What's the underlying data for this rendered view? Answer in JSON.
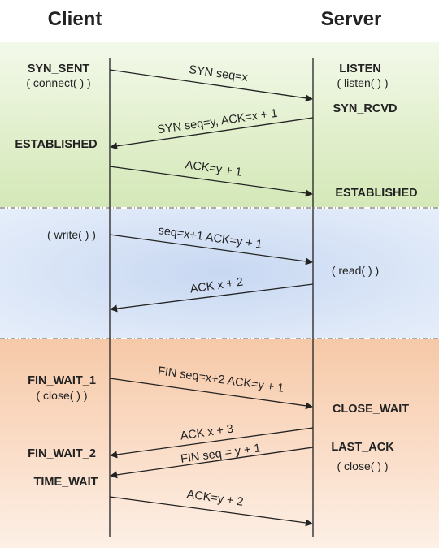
{
  "headers": {
    "client": "Client",
    "server": "Server"
  },
  "client_labels": {
    "syn_sent": "SYN_SENT",
    "connect": "( connect( ) )",
    "established": "ESTABLISHED",
    "write": "( write( ) )",
    "fin_wait_1": "FIN_WAIT_1",
    "close": "( close( ) )",
    "fin_wait_2": "FIN_WAIT_2",
    "time_wait": "TIME_WAIT"
  },
  "server_labels": {
    "listen": "LISTEN",
    "listen_call": "( listen( ) )",
    "syn_rcvd": "SYN_RCVD",
    "established": "ESTABLISHED",
    "read": "( read( ) )",
    "close_wait": "CLOSE_WAIT",
    "last_ack": "LAST_ACK",
    "close": "( close( ) )"
  },
  "messages": {
    "syn": "SYN seq=x",
    "syn_ack": "SYN seq=y, ACK=x + 1",
    "ack1": "ACK=y + 1",
    "data": "seq=x+1 ACK=y + 1",
    "data_ack": "ACK x + 2",
    "fin1": "FIN seq=x+2 ACK=y + 1",
    "ack2": "ACK x + 3",
    "fin2": "FIN seq = y + 1",
    "ack3": "ACK=y + 2"
  },
  "colors": {
    "phase_connect": "#e3f0cf",
    "phase_data": "#d6e2f5",
    "phase_close": "#f8d6bd",
    "line": "#222222"
  }
}
